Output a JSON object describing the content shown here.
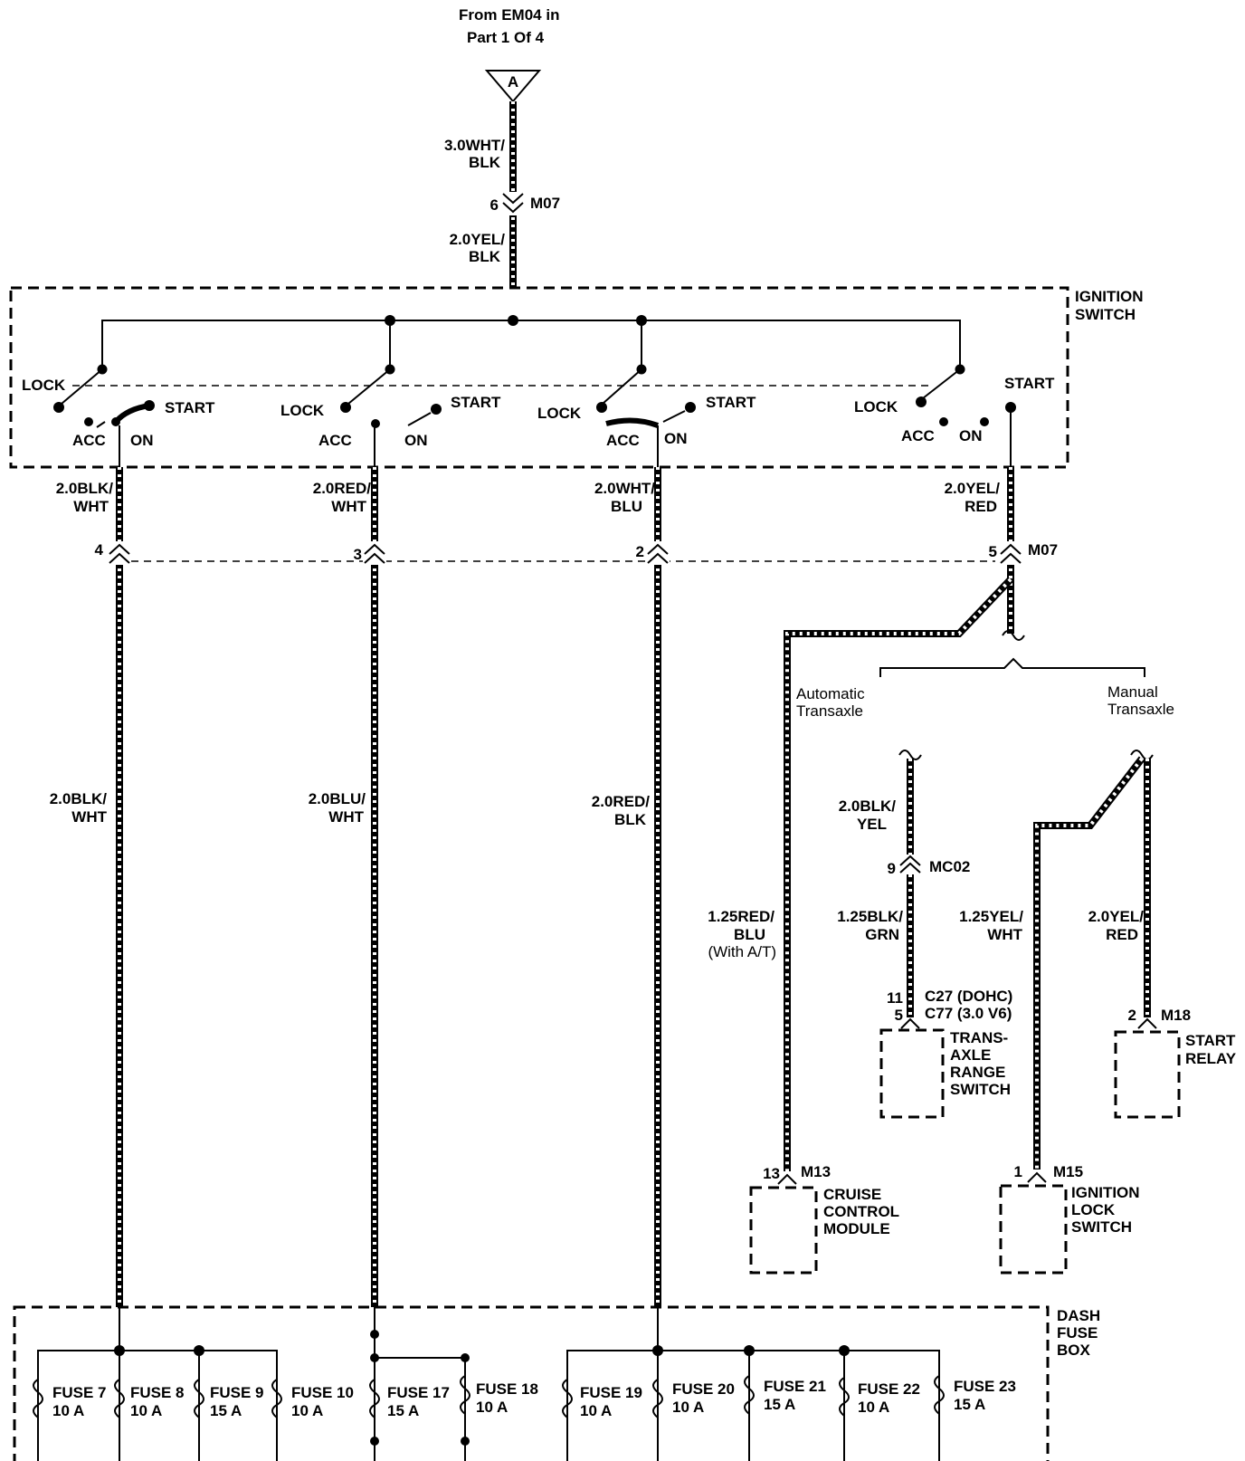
{
  "header": {
    "line1": "From EM04 in",
    "line2": "Part 1 Of 4",
    "connector_letter": "A"
  },
  "top_wires": {
    "upper_gauge": "3.0WHT/",
    "upper_color": "BLK",
    "connector_pin": "6",
    "connector_id": "M07",
    "lower_gauge": "2.0YEL/",
    "lower_color": "BLK"
  },
  "ignition_switch": {
    "title1": "IGNITION",
    "title2": "SWITCH",
    "sections": [
      {
        "lock": "LOCK",
        "acc": "ACC",
        "on": "ON",
        "start": "START"
      },
      {
        "lock": "LOCK",
        "acc": "ACC",
        "on": "ON",
        "start": "START"
      },
      {
        "lock": "LOCK",
        "acc": "ACC",
        "on": "ON",
        "start": "START"
      },
      {
        "lock": "LOCK",
        "acc": "ACC",
        "on": "ON",
        "start": "START"
      }
    ]
  },
  "wires_upper": [
    {
      "l1": "2.0BLK/",
      "l2": "WHT",
      "pin": "4"
    },
    {
      "l1": "2.0RED/",
      "l2": "WHT",
      "pin": "3"
    },
    {
      "l1": "2.0WHT/",
      "l2": "BLU",
      "pin": "2"
    },
    {
      "l1": "2.0YEL/",
      "l2": "RED",
      "pin": "5"
    }
  ],
  "m07_connector": "M07",
  "wires_lower": [
    {
      "l1": "2.0BLK/",
      "l2": "WHT"
    },
    {
      "l1": "2.0BLU/",
      "l2": "WHT"
    },
    {
      "l1": "2.0RED/",
      "l2": "BLK"
    }
  ],
  "branch": {
    "auto1": "Automatic",
    "auto2": "Transaxle",
    "man1": "Manual",
    "man2": "Transaxle",
    "cruise_wire1": "1.25RED/",
    "cruise_wire2": "BLU",
    "cruise_wire3": "(With A/T)",
    "tr_wire_top1": "2.0BLK/",
    "tr_wire_top2": "YEL",
    "mc02_pin": "9",
    "mc02": "MC02",
    "tr_wire_bot1": "1.25BLK/",
    "tr_wire_bot2": "GRN",
    "tr_pin1": "11",
    "tr_pin2": "5",
    "tr_conn1": "C27 (DOHC)",
    "tr_conn2": "C77 (3.0 V6)",
    "tr_name1": "TRANS-",
    "tr_name2": "AXLE",
    "tr_name3": "RANGE",
    "tr_name4": "SWITCH",
    "ign_wire1": "1.25YEL/",
    "ign_wire2": "WHT",
    "sr_wire1": "2.0YEL/",
    "sr_wire2": "RED",
    "sr_pin": "2",
    "sr_conn": "M18",
    "sr_name1": "START",
    "sr_name2": "RELAY",
    "cc_pin": "13",
    "cc_conn": "M13",
    "cc_name1": "CRUISE",
    "cc_name2": "CONTROL",
    "cc_name3": "MODULE",
    "il_pin": "1",
    "il_conn": "M15",
    "il_name1": "IGNITION",
    "il_name2": "LOCK",
    "il_name3": "SWITCH"
  },
  "fuse_box": {
    "title1": "DASH",
    "title2": "FUSE",
    "title3": "BOX",
    "fuses": [
      {
        "name": "FUSE 7",
        "rating": "10 A"
      },
      {
        "name": "FUSE 8",
        "rating": "10 A"
      },
      {
        "name": "FUSE 9",
        "rating": "15 A"
      },
      {
        "name": "FUSE 10",
        "rating": "10 A"
      },
      {
        "name": "FUSE 17",
        "rating": "15 A"
      },
      {
        "name": "FUSE 18",
        "rating": "10 A"
      },
      {
        "name": "FUSE 19",
        "rating": "10 A"
      },
      {
        "name": "FUSE 20",
        "rating": "10 A"
      },
      {
        "name": "FUSE 21",
        "rating": "15 A"
      },
      {
        "name": "FUSE 22",
        "rating": "10 A"
      },
      {
        "name": "FUSE 23",
        "rating": "15 A"
      }
    ]
  }
}
